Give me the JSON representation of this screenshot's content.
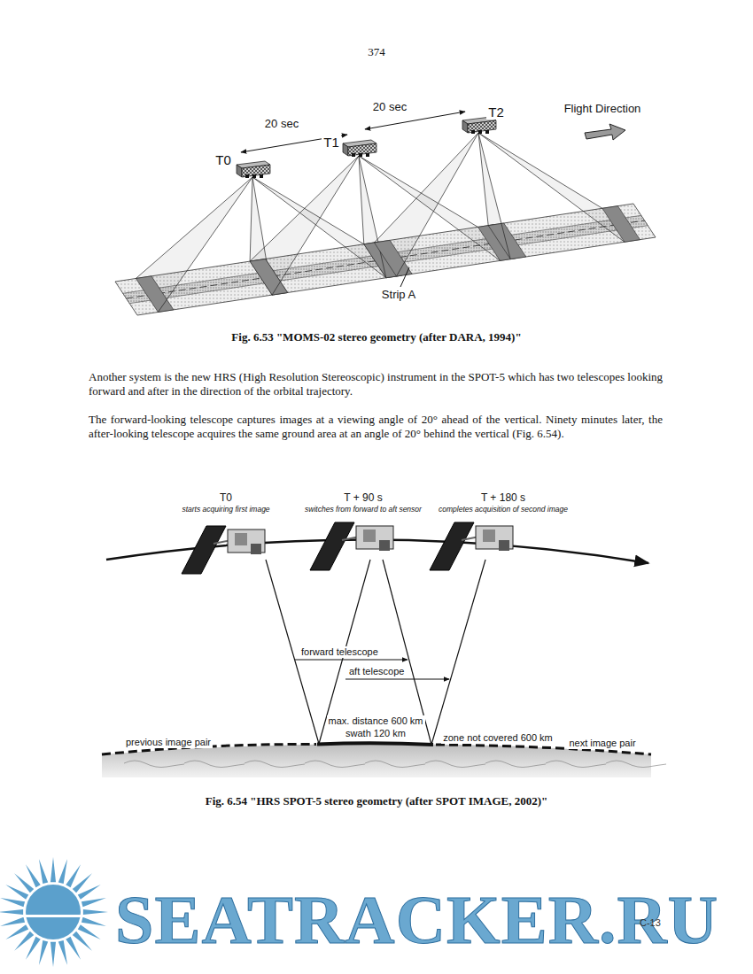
{
  "diagram": {
    "labels": [
      "374",
      "20 sec",
      "20 sec",
      "T0",
      "T1",
      "T2",
      "Flight Direction",
      "Strip A",
      "Fig. 6.53 \"MOMS-02 stereo geometry (after DARA, 1994)\"",
      "Another system is the new HRS (High Resolution Stereoscopic) instrument in the SPOT-5 which has two telescopes looking forward and after in the direction of the orbital trajectory.",
      "The forward-looking telescope captures images at a viewing angle of 20° ahead of the vertical. Ninety minutes later, the after-looking telescope acquires the same ground area at an angle of 20° behind the vertical (Fig. 6.54).",
      "T0",
      "starts acquiring first image",
      "T + 90 s",
      "switches from forward to aft sensor",
      "T + 180 s",
      "completes acquisition of second image",
      "forward telescope",
      "aft telescope",
      "max. distance 600 km",
      "swath 120 km",
      "zone not covered 600 km",
      "previous image pair",
      "next image pair",
      "Fig. 6.54 \"HRS SPOT-5 stereo geometry (after SPOT IMAGE, 2002)\"",
      "SEATRACKER.RU",
      "C-13"
    ]
  }
}
